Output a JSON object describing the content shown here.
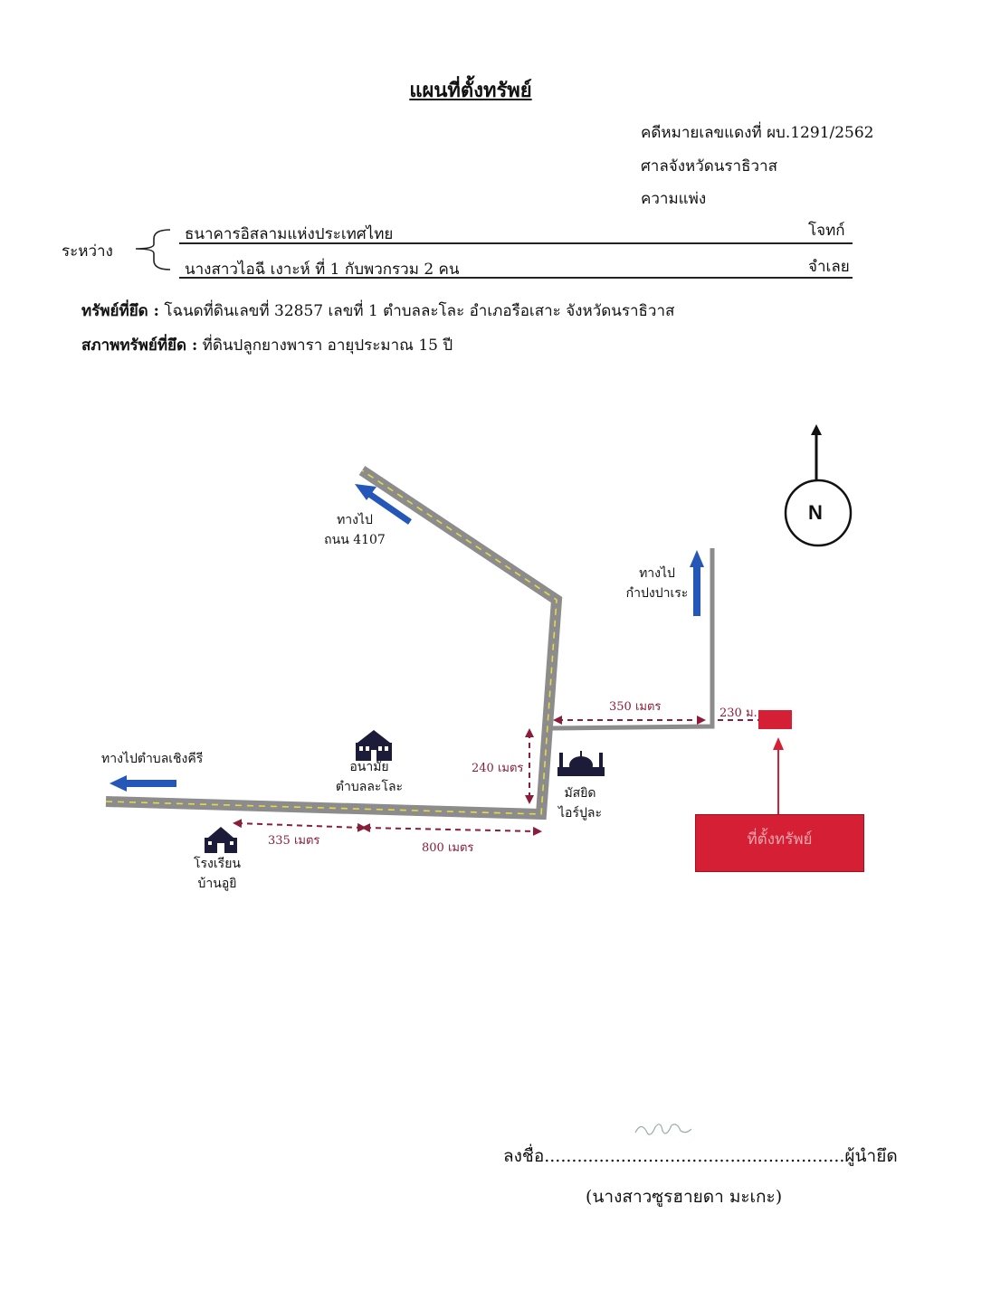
{
  "header": {
    "title": "แผนที่ตั้งทรัพย์",
    "case_number": "คดีหมายเลขแดงที่ ผบ.1291/2562",
    "court": "ศาลจังหวัดนราธิวาส",
    "case_type": "ความแพ่ง"
  },
  "parties": {
    "between_label": "ระหว่าง",
    "plaintiff_name": "ธนาคารอิสลามแห่งประเทศไทย",
    "plaintiff_role": "โจทก์",
    "defendant_name": "นางสาวไอฉี เงาะห์ ที่ 1 กับพวกรวม 2 คน",
    "defendant_role": "จำเลย"
  },
  "property": {
    "seized_label": "ทรัพย์ที่ยึด :",
    "seized_value": "โฉนดที่ดินเลขที่ 32857 เลขที่ 1 ตำบลละโละ อำเภอรือเสาะ จังหวัดนราธิวาส",
    "condition_label": "สภาพทรัพย์ที่ยึด :",
    "condition_value": "ที่ดินปลูกยางพารา อายุประมาณ 15 ปี"
  },
  "map": {
    "north_label": "N",
    "colors": {
      "road": "#8c8c8c",
      "road_center": "#e6d84a",
      "arrow": "#2457b8",
      "distance": "#8b1d3a",
      "property": "#d41f34"
    },
    "directions": {
      "road_4107_line1": "ทางไป",
      "road_4107_line2": "ถนน 4107",
      "kampong_line1": "ทางไป",
      "kampong_line2": "กำปงปาเระ",
      "choengkhiri": "ทางไปตำบลเชิงคีรี"
    },
    "landmarks": {
      "health_center_line1": "อนามัย",
      "health_center_line2": "ตำบลละโละ",
      "school_line1": "โรงเรียน",
      "school_line2": "บ้านอูยิ",
      "mosque_line1": "มัสยิด",
      "mosque_line2": "ไอร์ปูละ"
    },
    "distances": {
      "d350": "350 เมตร",
      "d230": "230 ม.",
      "d240": "240 เมตร",
      "d335": "335 เมตร",
      "d800": "800 เมตร"
    },
    "property_label": "ที่ตั้งทรัพย์"
  },
  "signature": {
    "line": "ลงชื่อ.......................................................ผู้นำยึด",
    "name": "(นางสาวซูรฮายดา มะเกะ)"
  }
}
